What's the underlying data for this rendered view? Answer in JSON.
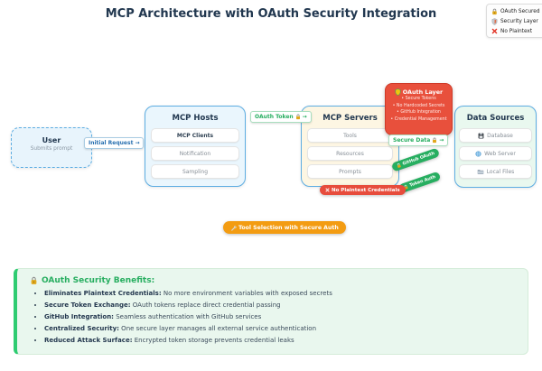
{
  "title": "MCP Architecture with OAuth Security Integration",
  "legend": {
    "items": [
      {
        "icon": "lock-icon",
        "label": "OAuth Secured"
      },
      {
        "icon": "shield-icon",
        "label": "Security Layer"
      },
      {
        "icon": "x-icon",
        "label": "No Plaintext"
      }
    ]
  },
  "nodes": {
    "user": {
      "title": "User",
      "subtitle": "Submits prompt"
    },
    "mcp_hosts": {
      "title": "MCP Hosts",
      "items": [
        "MCP Clients",
        "Notification",
        "Sampling"
      ]
    },
    "mcp_servers": {
      "title": "MCP Servers",
      "items": [
        "Tools",
        "Resources",
        "Prompts"
      ]
    },
    "oauth_layer": {
      "icon": "shield-icon",
      "title": "OAuth Layer",
      "bullets": [
        "Secure Tokens",
        "No Hardcoded Secrets",
        "GitHub Integration",
        "Credential Management"
      ]
    },
    "data_sources": {
      "title": "Data Sources",
      "items": [
        {
          "icon": "database-icon",
          "label": "Database"
        },
        {
          "icon": "globe-icon",
          "label": "Web Server"
        },
        {
          "icon": "folder-icon",
          "label": "Local Files"
        }
      ]
    }
  },
  "edges": {
    "initial_request": {
      "label": "Initial Request",
      "arrow": "→"
    },
    "oauth_token": {
      "label": "OAuth Token",
      "icon": "lock-icon",
      "arrow": "→"
    },
    "secure_data": {
      "label": "Secure Data",
      "icon": "lock-icon",
      "arrow": "→"
    },
    "github_oauth": {
      "icon": "lock-icon",
      "label": "GitHub OAuth"
    },
    "token_auth": {
      "icon": "lock-icon",
      "label": "Token Auth"
    },
    "no_plaintext": {
      "icon": "x-icon",
      "label": "No Plaintext Credentials"
    },
    "tool_selection": {
      "icon": "wrench-icon",
      "label": "Tool Selection with Secure Auth"
    }
  },
  "benefits": {
    "icon": "lock-icon",
    "title": "OAuth Security Benefits:",
    "items": [
      {
        "term": "Eliminates Plaintext Credentials:",
        "desc": " No more environment variables with exposed secrets"
      },
      {
        "term": "Secure Token Exchange:",
        "desc": " OAuth tokens replace direct credential passing"
      },
      {
        "term": "GitHub Integration:",
        "desc": " Seamless authentication with GitHub services"
      },
      {
        "term": "Centralized Security:",
        "desc": " One secure layer manages all external service authentication"
      },
      {
        "term": "Reduced Attack Surface:",
        "desc": " Encrypted token storage prevents credential leaks"
      }
    ]
  },
  "colors": {
    "accent_blue": "#5dade2",
    "navy": "#21374f",
    "green": "#27ae60",
    "red": "#e74c3c",
    "orange": "#f39c12",
    "host_bg": "#eaf6fd",
    "server_bg": "#fdf6e3",
    "datasource_bg": "#e9f8ef",
    "benefits_bg": "#e9f7ee"
  }
}
